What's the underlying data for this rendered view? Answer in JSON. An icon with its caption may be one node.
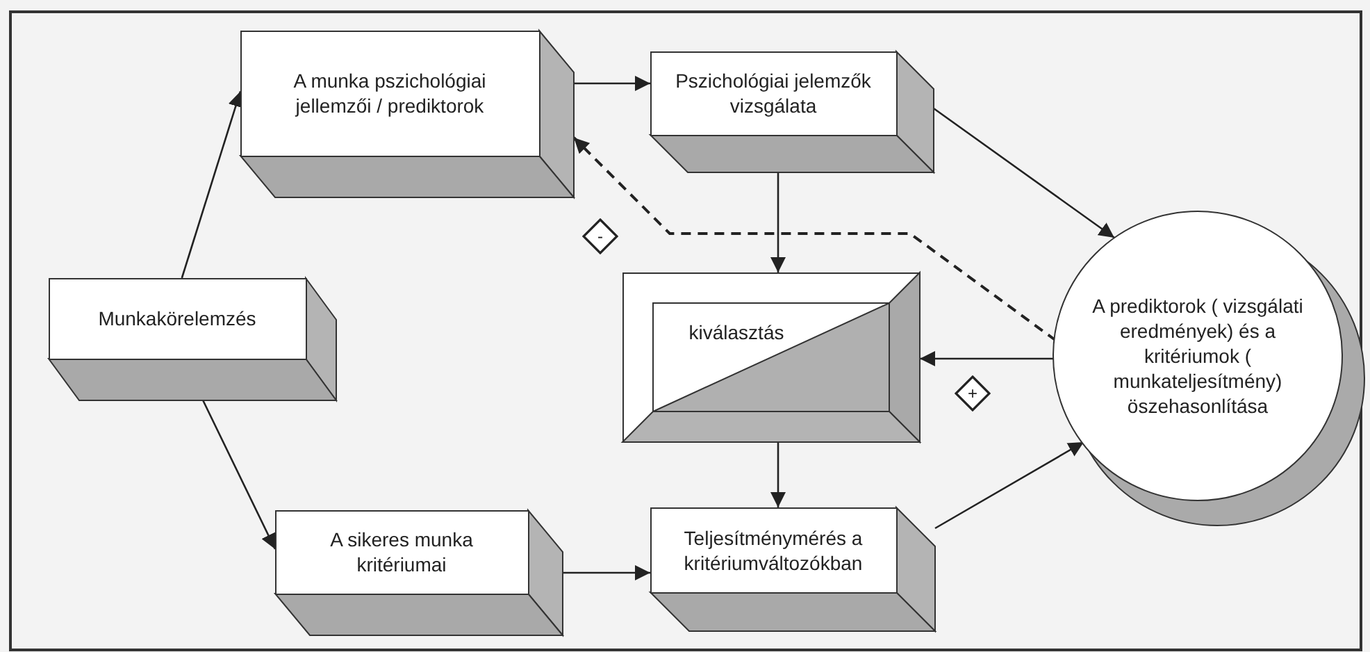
{
  "diagram": {
    "nodes": [
      {
        "text": [
          "Munkakörelemzés"
        ]
      },
      {
        "text": [
          "A munka pszichológiai jellemzői / prediktorok"
        ]
      },
      {
        "text": [
          "Pszichológiai jelemzők vizsgálata"
        ]
      },
      {
        "text": [
          "kiválasztás"
        ]
      },
      {
        "text": [
          "A sikeres munka kritériumai"
        ]
      },
      {
        "text": [
          "Teljesítménymérés a kritériumváltozókban"
        ]
      },
      {
        "text": [
          "A prediktorok ( vizsgálati eredmények) és a kritériumok ( munkateljesítmény) öszehasonlítása"
        ]
      }
    ],
    "edges": [
      {
        "from": 0,
        "to": 1,
        "arrow": "to"
      },
      {
        "from": 0,
        "to": 4,
        "arrow": "to"
      },
      {
        "from": 1,
        "to": 2,
        "arrow": "to"
      },
      {
        "from": 2,
        "to": 6,
        "arrow": "to"
      },
      {
        "from": 2,
        "to": 3,
        "arrow": "to"
      },
      {
        "from": 4,
        "to": 5,
        "arrow": "to"
      },
      {
        "from": 5,
        "to": 6,
        "arrow": "to"
      },
      {
        "from": 3,
        "to": 5,
        "arrow": "to"
      },
      {
        "from": 6,
        "to": 3,
        "arrow": "to",
        "label": "+"
      },
      {
        "from": 6,
        "to": 1,
        "arrow": "to",
        "label": "-",
        "style": "dashed"
      }
    ]
  }
}
